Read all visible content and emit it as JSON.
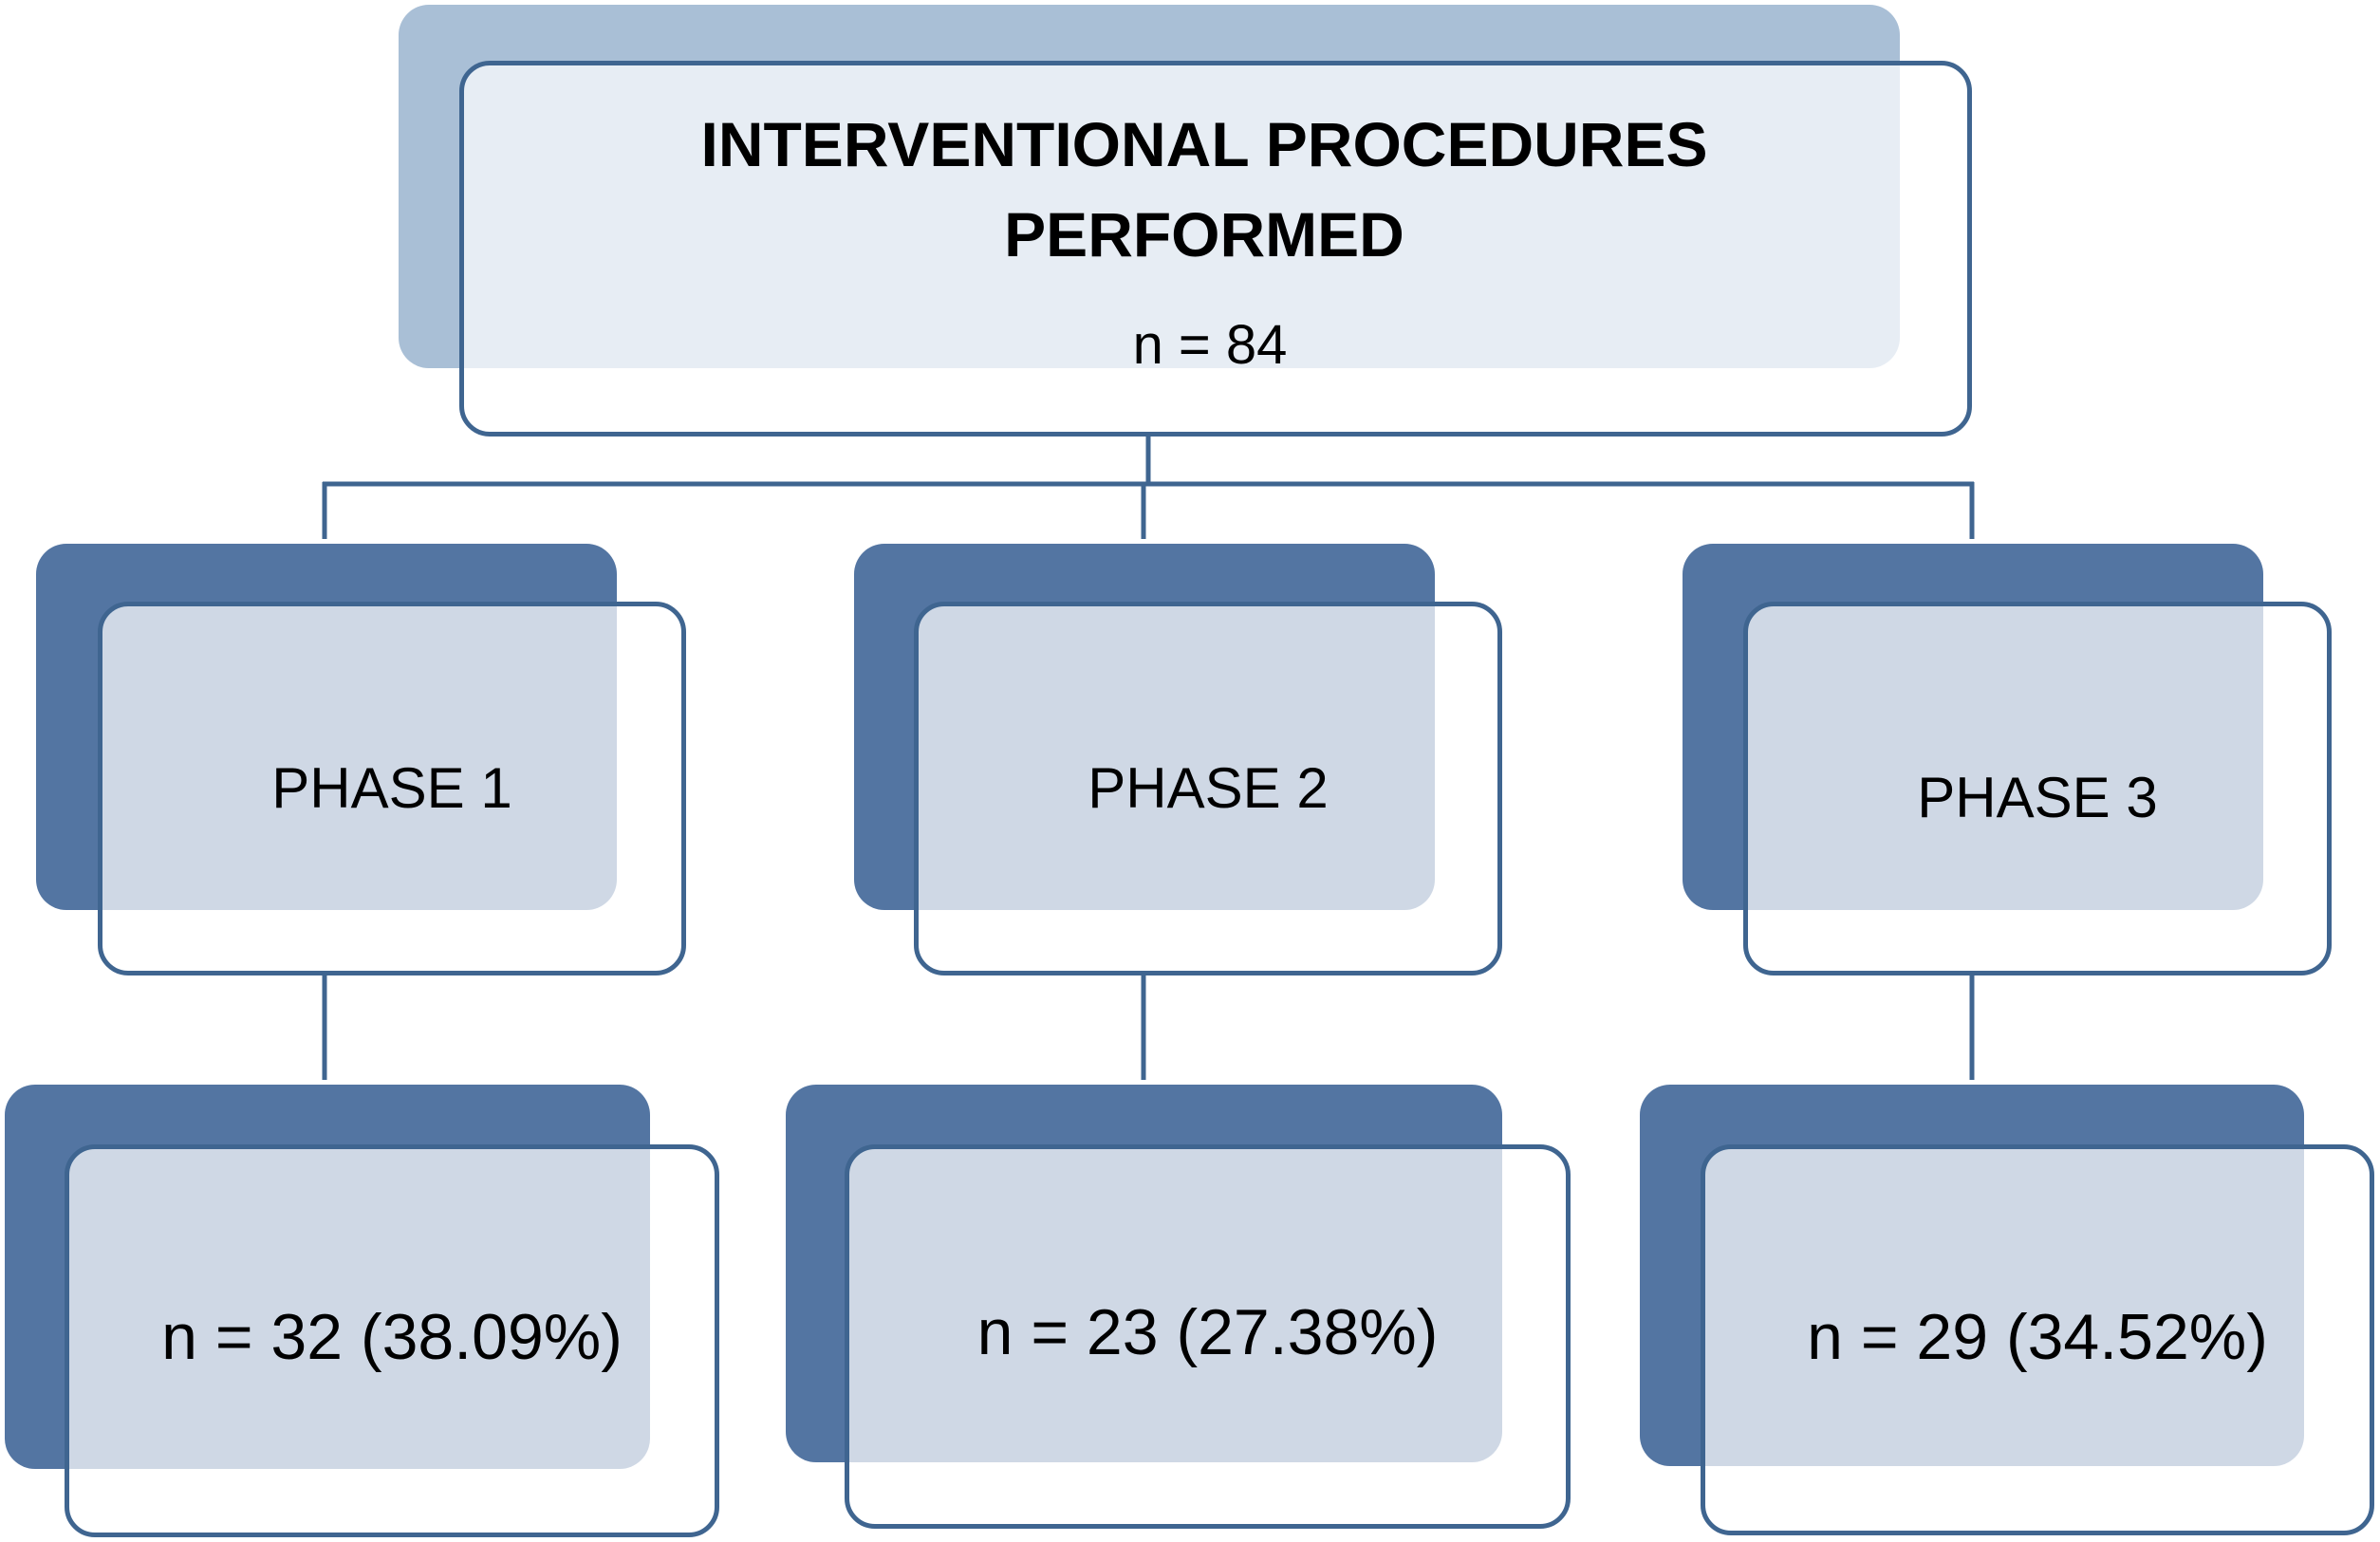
{
  "root": {
    "title_line1": "INTERVENTIONAL PROCEDURES",
    "title_line2": "PERFORMED",
    "total": "n = 84"
  },
  "phases": [
    {
      "label": "PHASE 1",
      "count": "n = 32 (38.09%)"
    },
    {
      "label": "PHASE 2",
      "count": "n = 23 (27.38%)"
    },
    {
      "label": "PHASE 3",
      "count": "n = 29 (34.52%)"
    }
  ],
  "colors": {
    "back_light": "#a9bfd6",
    "back_dark": "#5375a2",
    "border": "#3f6590"
  }
}
